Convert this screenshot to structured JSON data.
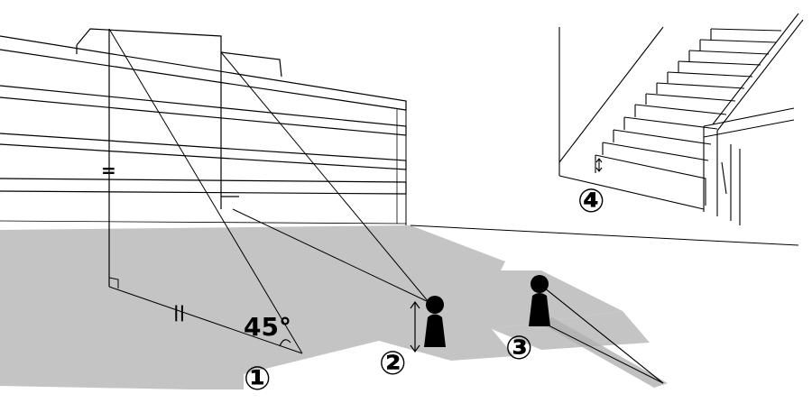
{
  "labels": {
    "angle": "45°",
    "method_1": "①",
    "method_2": "②",
    "method_3": "③",
    "method_4": "④"
  },
  "marks": {
    "equal_double": "=",
    "equal_vertical": "||"
  }
}
